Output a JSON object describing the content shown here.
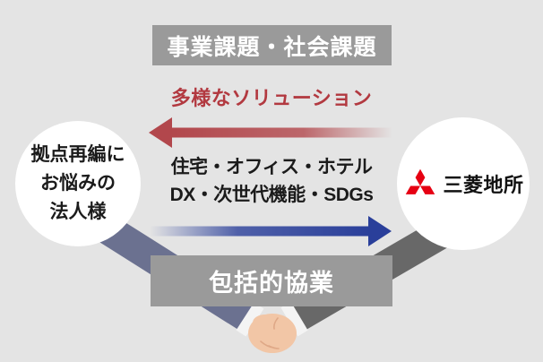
{
  "colors": {
    "background": "#e4e4e4",
    "box-gray": "#9a9a9a",
    "box-text": "#ffffff",
    "text-dark": "#1b1b1b",
    "red-text": "#b23940",
    "red-arrow": "#b2474c",
    "blue-arrow": "#2a3f9a",
    "circle-bg": "#ffffff",
    "sleeve-left": "#6b7190",
    "sleeve-right": "#686868",
    "cuff": "#f4f4f4",
    "hand": "#f2c6a6",
    "hand-line": "#dfa887",
    "logo-red": "#e60012"
  },
  "top_box": {
    "label": "事業課題・社会課題"
  },
  "red_flow": {
    "label": "多様なソリューション"
  },
  "center_text": {
    "line1": "住宅・オフィス・ホテル",
    "line2": "DX・次世代機能・SDGs"
  },
  "left_circle": {
    "line1": "拠点再編に",
    "line2": "お悩みの",
    "line3": "法人様"
  },
  "right_circle": {
    "company": "三菱地所",
    "logo": "mitsubishi-three-diamond-mark"
  },
  "bottom_box": {
    "label": "包括的協業"
  }
}
